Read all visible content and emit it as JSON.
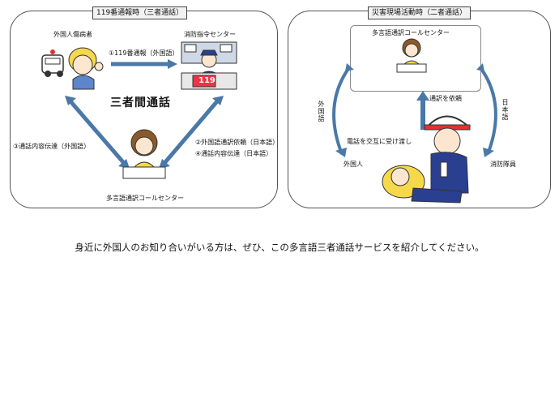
{
  "left_panel": {
    "title": "119番通報時（三者通話）",
    "patient_label": "外国人傷病者",
    "dispatch_label": "消防指令センター",
    "arrow1_label": "①119番通報（外国語）",
    "center_text": "三者間通話",
    "arrow3_label": "③通話内容伝達（外国語）",
    "arrow2_label": "②外国語通訳依頼（日本語）",
    "arrow4_label": "④通話内容伝達（日本語）",
    "call_center_label": "多言語通訳コールセンター",
    "desk_number": "119"
  },
  "right_panel": {
    "title": "災害現場活動時（二者通話）",
    "call_center_label": "多言語通訳コールセンター",
    "foreign_language_label": "外国語",
    "japanese_label": "日本語",
    "request_label": "通訳を依頼",
    "phone_swap_label": "電話を交互に受け渡し",
    "foreigner_label": "外国人",
    "firefighter_label": "消防隊員"
  },
  "caption": "身近に外国人のお知り合いがいる方は、ぜひ、この多言語三者通話サービスを紹介してください。",
  "colors": {
    "arrow": "#4a78a8",
    "panel_border": "#555555",
    "hair_yellow": "#f5d94a",
    "uniform_blue": "#2a3f8f"
  }
}
